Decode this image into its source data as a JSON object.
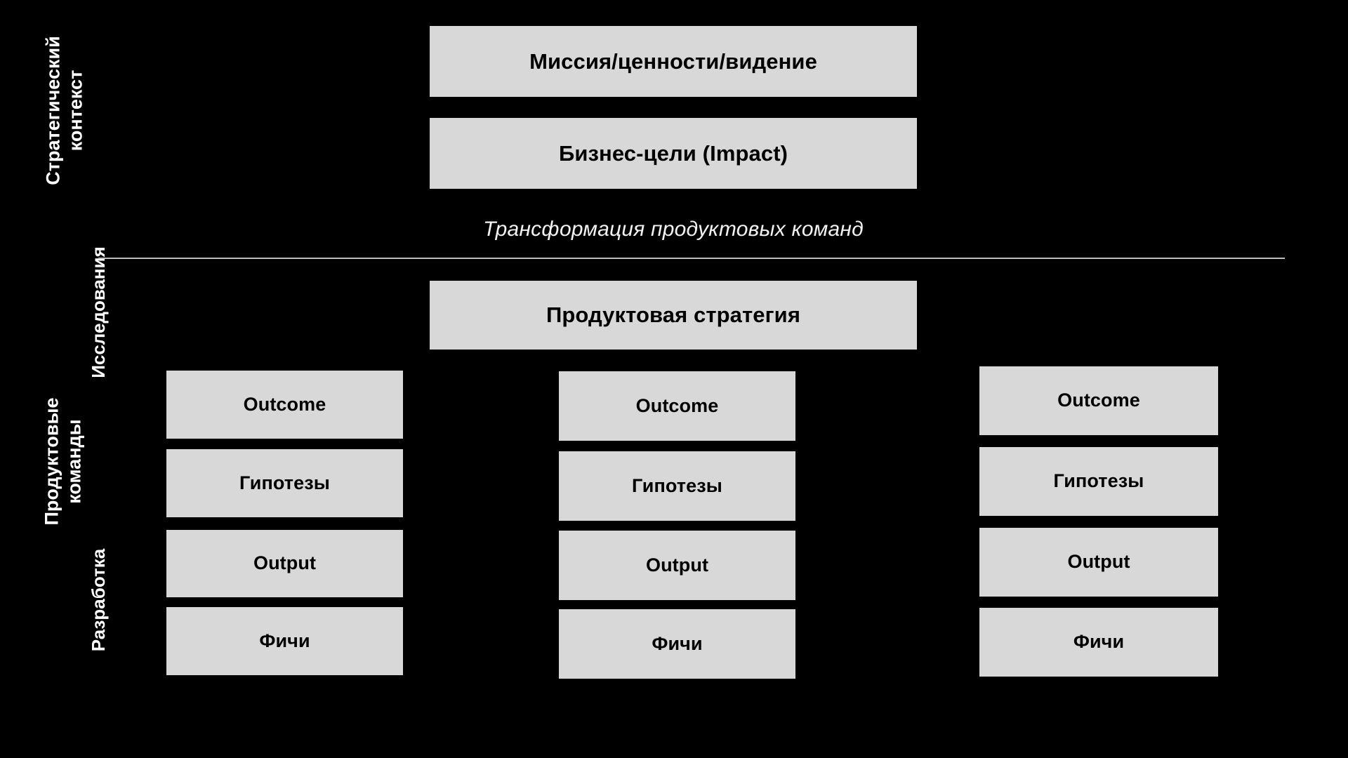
{
  "canvas": {
    "background": "#000000",
    "box_fill": "#d8d8d8",
    "text_on_box": "#000000",
    "text_on_bg": "#ffffff",
    "divider_color": "#bdbdbd"
  },
  "side_labels": {
    "strategic_context": "Стратегический\nконтекст",
    "product_teams": "Продуктовые\nкоманды",
    "research": "Исследования",
    "development": "Разработка"
  },
  "strategic_section": {
    "mission_box": "Миссия/ценности/видение",
    "business_goals_box": "Бизнес-цели (Impact)",
    "caption": "Трансформация продуктовых команд"
  },
  "product_section": {
    "strategy_box": "Продуктовая стратегия",
    "columns": [
      {
        "name": "team-1",
        "cells": [
          "Outcome",
          "Гипотезы",
          "Output",
          "Фичи"
        ]
      },
      {
        "name": "team-2",
        "cells": [
          "Outcome",
          "Гипотезы",
          "Output",
          "Фичи"
        ]
      },
      {
        "name": "team-3",
        "cells": [
          "Outcome",
          "Гипотезы",
          "Output",
          "Фичи"
        ]
      }
    ]
  }
}
